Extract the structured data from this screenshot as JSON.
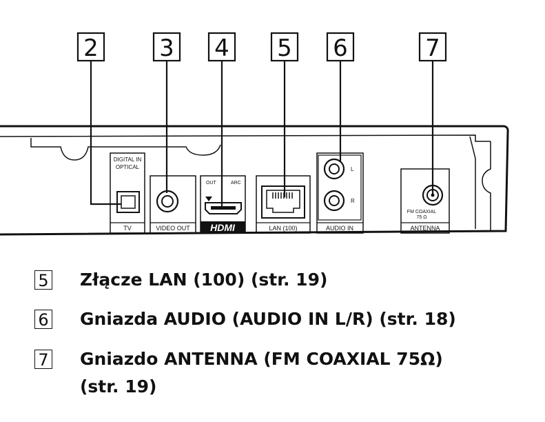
{
  "callouts": [
    "2",
    "3",
    "4",
    "5",
    "6",
    "7"
  ],
  "panel": {
    "optical_top_line1": "DIGITAL IN",
    "optical_top_line2": "OPTICAL",
    "optical_bottom": "TV",
    "video_bottom": "VIDEO OUT",
    "hdmi_out": "OUT",
    "hdmi_arc": "ARC",
    "hdmi_logo": "HDMI",
    "lan_bottom": "LAN (100)",
    "audio_l": "L",
    "audio_r": "R",
    "audio_bottom": "AUDIO IN",
    "antenna_line1": "FM COAXIAL",
    "antenna_line2": "75 Ω",
    "antenna_bottom": "ANTENNA"
  },
  "legend": [
    {
      "num": "5",
      "text": "Złącze LAN (100) (str. 19)"
    },
    {
      "num": "6",
      "text": "Gniazda AUDIO (AUDIO IN L/R) (str. 18)"
    },
    {
      "num": "7",
      "text": "Gniazdo ANTENNA (FM COAXIAL 75Ω)",
      "text_cont": "(str. 19)"
    }
  ],
  "colors": {
    "ink": "#111111",
    "panel": "#ffffff"
  }
}
